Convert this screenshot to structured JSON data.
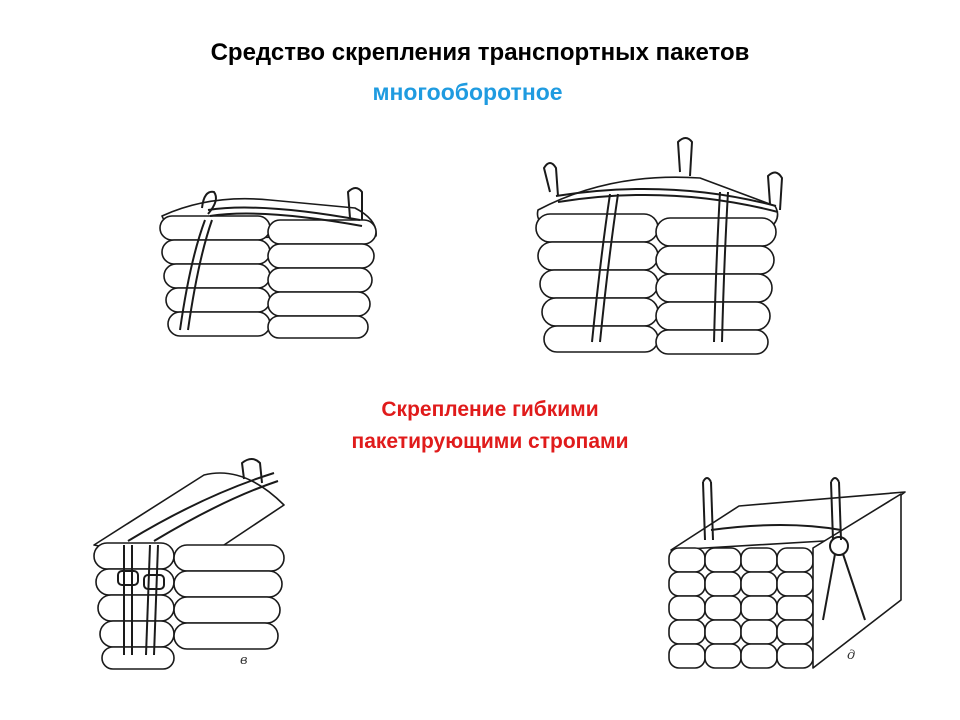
{
  "slide": {
    "title": "Средство  скрепления  транспортных пакетов",
    "subtitle": "многооборотное",
    "caption_line1": "Скрепление гибкими",
    "caption_line2": "пакетирующими стропами",
    "colors": {
      "title": "#000000",
      "subtitle": "#1f9be0",
      "caption": "#e01b1b"
    }
  },
  "figures": [
    {
      "id": "a",
      "label": "",
      "icon": "bag-stack-one-sling"
    },
    {
      "id": "b",
      "label": "",
      "icon": "bag-stack-two-slings"
    },
    {
      "id": "c",
      "label": "в",
      "icon": "bag-stack-buckle-sling"
    },
    {
      "id": "d",
      "label": "д",
      "icon": "bag-stack-rope-ring"
    }
  ]
}
